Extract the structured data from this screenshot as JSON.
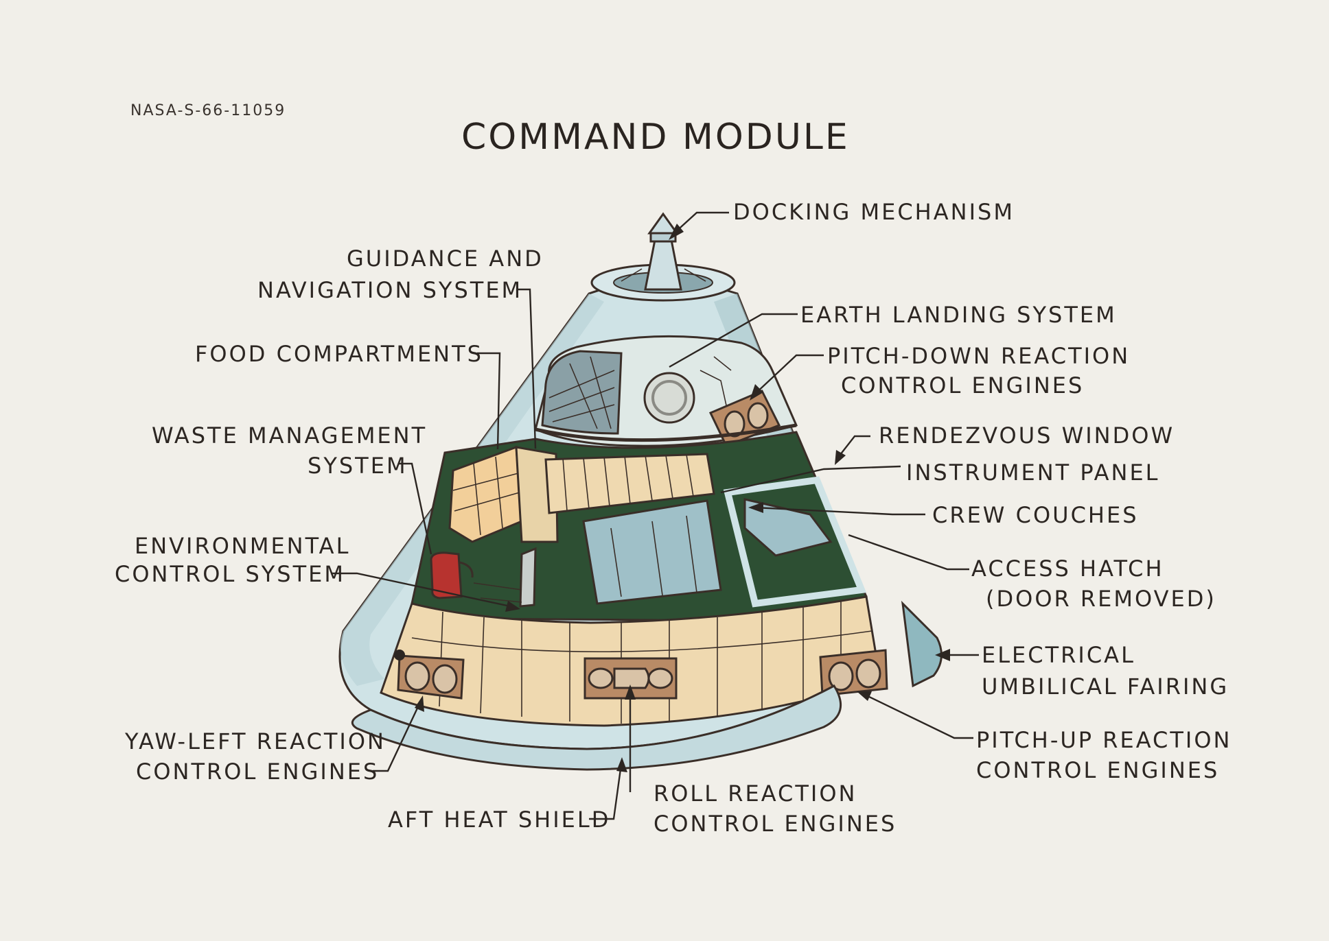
{
  "document": {
    "id": "NASA-S-66-11059",
    "title": "COMMAND MODULE"
  },
  "labels": {
    "docking": "DOCKING MECHANISM",
    "guidance": [
      "GUIDANCE AND",
      "NAVIGATION SYSTEM"
    ],
    "earth_landing": "EARTH LANDING SYSTEM",
    "food": "FOOD COMPARTMENTS",
    "pitch_down": [
      "PITCH-DOWN REACTION",
      "CONTROL ENGINES"
    ],
    "waste": [
      "WASTE MANAGEMENT",
      "SYSTEM"
    ],
    "rendezvous": "RENDEZVOUS WINDOW",
    "instrument": "INSTRUMENT PANEL",
    "crew": "CREW COUCHES",
    "environmental": [
      "ENVIRONMENTAL",
      "CONTROL SYSTEM"
    ],
    "access": [
      "ACCESS HATCH",
      "(DOOR REMOVED)"
    ],
    "electrical": [
      "ELECTRICAL",
      "UMBILICAL FAIRING"
    ],
    "yaw_left": [
      "YAW-LEFT REACTION",
      "CONTROL ENGINES"
    ],
    "pitch_up": [
      "PITCH-UP REACTION",
      "CONTROL ENGINES"
    ],
    "aft": "AFT HEAT SHIELD",
    "roll": [
      "ROLL REACTION",
      "CONTROL ENGINES"
    ]
  },
  "colors": {
    "background": "#f1efe9",
    "hull": "#cfe3e6",
    "hull_shadow": "#a9c6cb",
    "interior": "#2d4f33",
    "equipment": "#efd9b0",
    "engine_housing": "#b98b66",
    "couch": "#9fc0c8",
    "ecs_tank": "#b7332f",
    "ink": "#2c2622"
  }
}
